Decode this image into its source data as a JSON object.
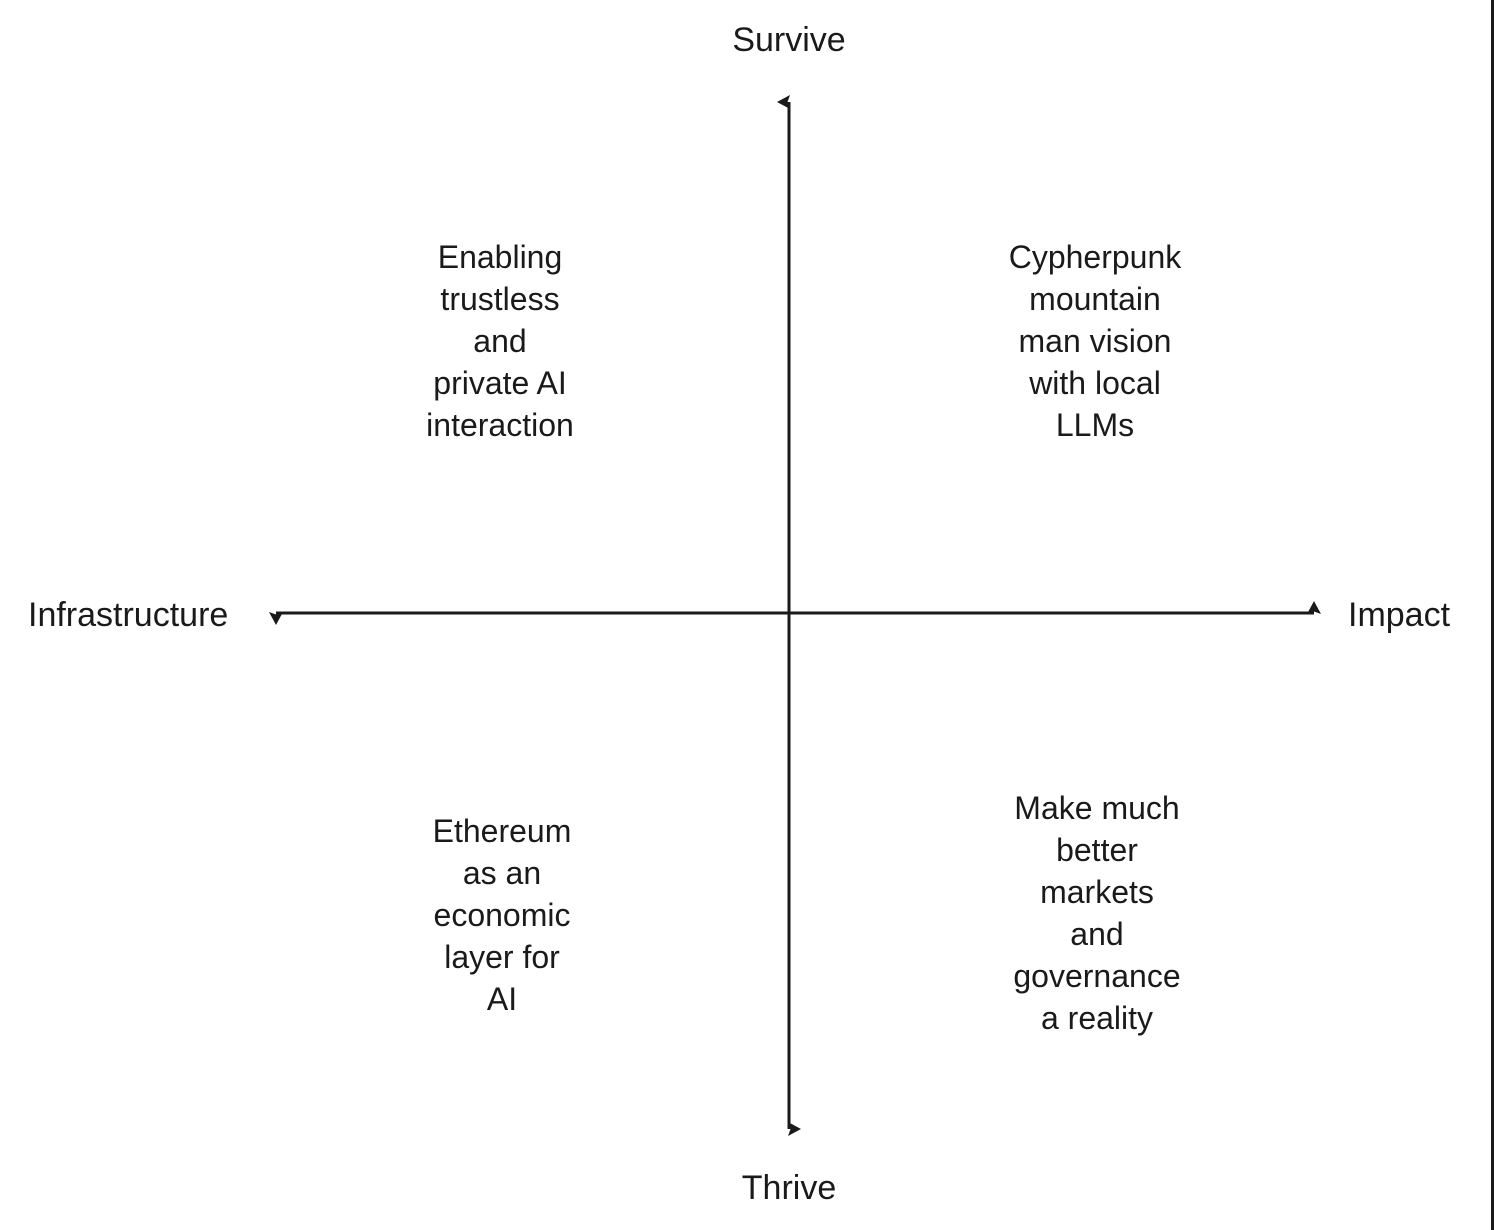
{
  "diagram": {
    "type": "2x2-quadrant-matrix",
    "axes": {
      "vertical": {
        "top_label": "Survive",
        "bottom_label": "Thrive",
        "arrowheads": "both"
      },
      "horizontal": {
        "left_label": "Infrastructure",
        "right_label": "Impact",
        "arrowheads": "both"
      }
    },
    "quadrants": [
      {
        "position": "top-left",
        "axes": "Infrastructure / Survive",
        "text": "Enabling\ntrustless\nand\nprivate AI\ninteraction"
      },
      {
        "position": "top-right",
        "axes": "Impact / Survive",
        "text": "Cypherpunk\nmountain\nman vision\nwith local\nLLMs"
      },
      {
        "position": "bottom-left",
        "axes": "Infrastructure / Thrive",
        "text": "Ethereum\nas an\neconomic\nlayer for\nAI"
      },
      {
        "position": "bottom-right",
        "axes": "Impact / Thrive",
        "text": "Make much\nbetter\nmarkets\nand\ngovernance\na reality"
      }
    ],
    "colors": {
      "background": "#ffffff",
      "line": "#1a1a1a",
      "text": "#1a1a1a"
    }
  }
}
